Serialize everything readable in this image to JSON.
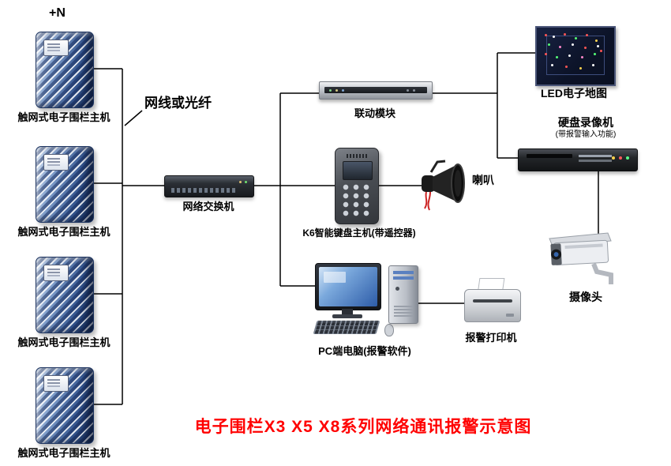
{
  "title": {
    "text": "电子围栏X3 X5 X8系列网络通讯报警示意图",
    "color": "#ff0000"
  },
  "annotations": {
    "plus_n": "+N",
    "cable_type": "网线或光纤"
  },
  "devices": {
    "fence_host": {
      "label": "触网式电子围栏主机",
      "count": 4
    },
    "network_switch": {
      "label": "网络交换机"
    },
    "linkage_module": {
      "label": "联动模块"
    },
    "keypad": {
      "label": "K6智能键盘主机(带遥控器)"
    },
    "speaker": {
      "label": "喇叭"
    },
    "led_map": {
      "label": "LED电子地图"
    },
    "dvr": {
      "label": "硬盘录像机",
      "sublabel": "(带报警输入功能)"
    },
    "camera": {
      "label": "摄像头"
    },
    "pc": {
      "label": "PC端电脑(报警软件)"
    },
    "printer": {
      "label": "报警打印机"
    }
  },
  "colors": {
    "line": "#000000",
    "title": "#ff0000"
  }
}
